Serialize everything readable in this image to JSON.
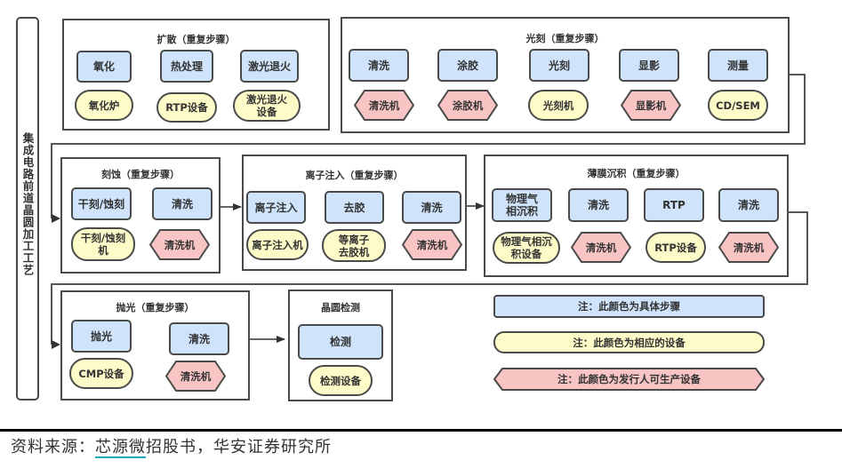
{
  "side_title": "集成电路前道晶圆加工工艺",
  "groups": {
    "diffusion": {
      "title": "扩散（重复步骤）",
      "steps": [
        "氧化",
        "热处理",
        "激光退火"
      ],
      "equipment": [
        "氧化炉",
        "RTP设备",
        "激光退火设备"
      ]
    },
    "lithography": {
      "title": "光刻（重复步骤）",
      "steps": [
        "清洗",
        "涂胶",
        "光刻",
        "显影",
        "测量"
      ],
      "equipment": [
        "清洗机",
        "涂胶机",
        "光刻机",
        "显影机",
        "CD/SEM"
      ]
    },
    "etching": {
      "title": "刻蚀（重复步骤）",
      "steps": [
        "干刻/蚀刻",
        "清洗"
      ],
      "equipment": [
        "干刻/蚀刻机",
        "清洗机"
      ]
    },
    "ion_implant": {
      "title": "离子注入（重复步骤）",
      "steps": [
        "离子注入",
        "去胶",
        "清洗"
      ],
      "equipment": [
        "离子注入机",
        "等离子去胶机",
        "清洗机"
      ]
    },
    "thin_film": {
      "title": "薄膜沉积（重复步骤）",
      "steps": [
        "物理气相沉积",
        "清洗",
        "RTP",
        "清洗"
      ],
      "equipment": [
        "物理气相沉积设备",
        "清洗机",
        "RTP设备",
        "清洗机"
      ]
    },
    "polishing": {
      "title": "抛光（重复步骤）",
      "steps": [
        "抛光",
        "清洗"
      ],
      "equipment": [
        "CMP设备",
        "清洗机"
      ]
    },
    "inspection": {
      "title": "晶圆检测",
      "steps": [
        "检测"
      ],
      "equipment": [
        "检测设备"
      ]
    }
  },
  "legend": {
    "step": "注：此颜色为具体步骤",
    "equipment": "注：此颜色为相应的设备",
    "issuer_equipment": "注：此颜色为发行人可生产设备"
  },
  "colors": {
    "step": "#cfe4fb",
    "equipment": "#fdfbc8",
    "issuer_equipment": "#f8c4c4",
    "border": "#4a4a4a"
  },
  "source": {
    "prefix": "资料来源：",
    "link": "芯源微",
    "suffix": "招股书，华安证券研究所"
  }
}
